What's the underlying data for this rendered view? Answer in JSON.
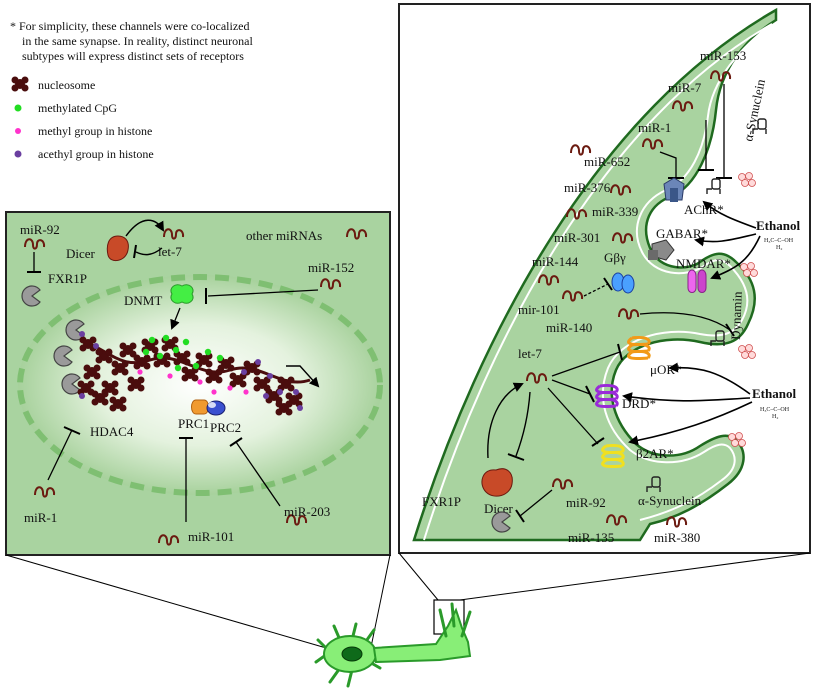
{
  "notes": {
    "star_line1": "*  For simplicity, these channels were co-localized",
    "star_line2": "in the same synapse. In reality, distinct neuronal",
    "star_line3": "subtypes will express distinct sets of receptors"
  },
  "legend": {
    "nucleosome": "nucleosome",
    "methyl_cpg": "methylated CpG",
    "methyl_histone": "methyl group in histone",
    "acetyl_histone": "acethyl group in histone"
  },
  "colors": {
    "panel_green": "#a9d3a0",
    "nucleus_green": "#c8e6c0",
    "mirna_brown": "#6b1a10",
    "nucleosome_brown": "#4a0d0d",
    "cpg_green": "#22dd22",
    "histone_magenta": "#ff33cc",
    "acetyl_purple": "#6a3fa0"
  },
  "left_panel": {
    "mir92": "miR-92",
    "fxr1p": "FXR1P",
    "dicer": "Dicer",
    "let7": "let-7",
    "other_mirnas": "other miRNAs",
    "mir152": "miR-152",
    "dnmt": "DNMT",
    "hdac4": "HDAC4",
    "prc1": "PRC1",
    "prc2": "PRC2",
    "mir1": "miR-1",
    "mir101": "miR-101",
    "mir203": "miR-203"
  },
  "right_panel": {
    "mir153": "miR-153",
    "mir7": "miR-7",
    "alpha_syn_top": "α-Synuclein",
    "mir1": "miR-1",
    "mir652": "miR-652",
    "mir376": "miR-376",
    "mir339": "miR-339",
    "mir301": "miR-301",
    "mir144": "miR-144",
    "mir101": "mir-101",
    "mir140": "miR-140",
    "gbg": "Gβγ",
    "achr": "AChR*",
    "gabar": "GABAR*",
    "nmdar": "NMDAR*",
    "ethanol1": "Ethanol",
    "ethanol2": "Ethanol",
    "formula": "H₃C–C–OH",
    "formula_h2": "H₂",
    "dynamin": "Dynamin",
    "let7": "let-7",
    "mor": "μOR*",
    "drd": "DRD*",
    "b2ar": "β2AR*",
    "dicer": "Dicer",
    "fxr1p": "FXR1P",
    "mir92": "miR-92",
    "alpha_syn_bottom": "α-Synuclein",
    "mir135": "miR-135",
    "mir380": "miR-380"
  }
}
